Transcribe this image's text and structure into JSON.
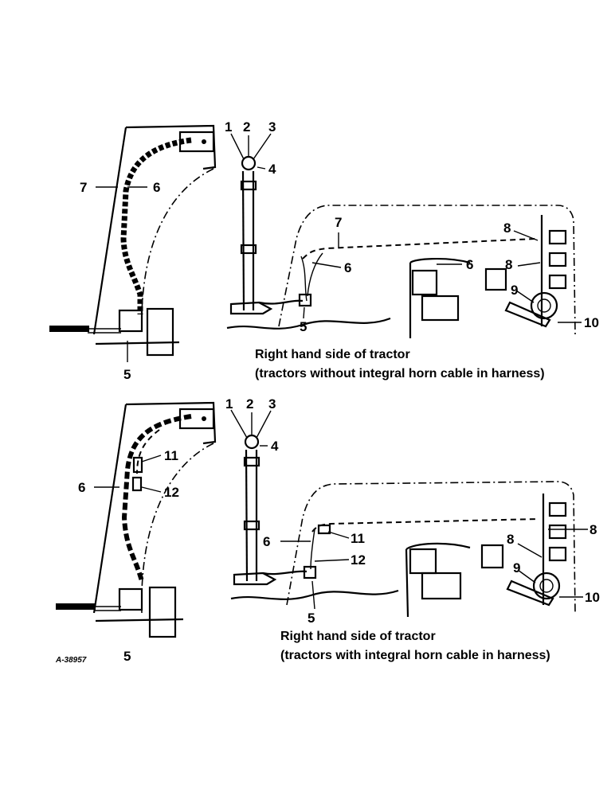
{
  "diagram": {
    "top": {
      "caption_line1": "Right hand side of tractor",
      "caption_line2": "(tractors without integral horn cable in harness)",
      "labels": {
        "l1": "1",
        "l2": "2",
        "l3": "3",
        "l4": "4",
        "l5a": "5",
        "l5b": "5",
        "l6a": "6",
        "l6b": "6",
        "l6c": "6",
        "l7a": "7",
        "l7b": "7",
        "l8a": "8",
        "l8b": "8",
        "l9": "9",
        "l10": "10"
      }
    },
    "bottom": {
      "caption_line1": "Right hand side of tractor",
      "caption_line2": "(tractors with integral horn cable in harness)",
      "labels": {
        "l1": "1",
        "l2": "2",
        "l3": "3",
        "l4": "4",
        "l5a": "5",
        "l5b": "5",
        "l6a": "6",
        "l6b": "6",
        "l8a": "8",
        "l8b": "8",
        "l9": "9",
        "l10": "10",
        "l11a": "11",
        "l11b": "11",
        "l12a": "12",
        "l12b": "12"
      }
    },
    "reference_code": "A-38957"
  }
}
